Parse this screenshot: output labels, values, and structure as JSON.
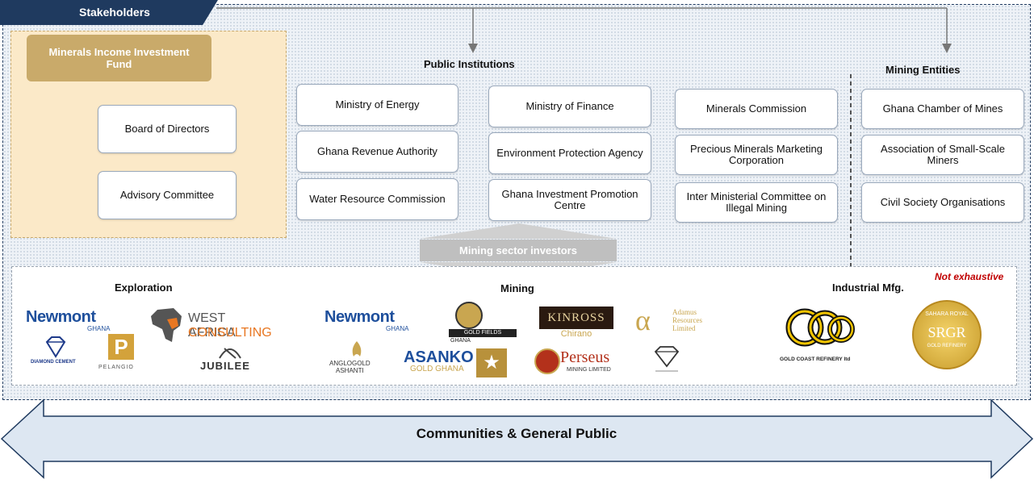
{
  "header": {
    "stakeholders": "Stakeholders"
  },
  "miif": {
    "title": "Minerals Income Investment Fund",
    "board": "Board of Directors",
    "advisory": "Advisory Committee"
  },
  "public_institutions": {
    "label": "Public Institutions",
    "col1": [
      "Ministry of Energy",
      "Ghana Revenue Authority",
      "Water Resource Commission"
    ],
    "col2": [
      "Ministry of Finance",
      "Environment Protection Agency",
      "Ghana Investment Promotion Centre"
    ],
    "col3": [
      "Minerals Commission",
      "Precious Minerals Marketing Corporation",
      "Inter Ministerial Committee on Illegal Mining"
    ]
  },
  "mining_entities": {
    "label": "Mining Entities",
    "items": [
      "Ghana Chamber of Mines",
      "Association of Small-Scale Miners",
      "Civil Society Organisations"
    ]
  },
  "investors": {
    "label": "Mining sector investors",
    "note": "Not exhaustive",
    "exploration": "Exploration",
    "mining": "Mining",
    "industrial": "Industrial Mfg."
  },
  "logos": {
    "newmont": "Newmont",
    "newmont_sub": "GHANA",
    "west_africa_1": "WEST AFRICA",
    "west_africa_2": "CONSULTING",
    "diamond_cement": "DIAMOND CEMENT",
    "pelangio": "PELANGIO",
    "jubilee": "JUBILEE",
    "goldfields_1": "GOLD FIELDS",
    "goldfields_2": "GHANA",
    "kinross": "KINROSS",
    "chirano": "Chirano",
    "adamus_1": "Adamus",
    "adamus_2": "Resources",
    "adamus_3": "Limited",
    "anglogold_1": "ANGLOGOLD",
    "anglogold_2": "ASHANTI",
    "asanko_1": "ASANKO",
    "asanko_2": "GOLD GHANA",
    "perseus_1": "Perseus",
    "perseus_2": "MINING LIMITED",
    "gold_coast": "GOLD COAST REFINERY ltd",
    "sgr_1": "SAHARA ROYAL",
    "sgr_2": "SRGR",
    "sgr_3": "GOLD REFINERY"
  },
  "footer": {
    "public": "Communities & General Public"
  },
  "colors": {
    "navy": "#1f3a5f",
    "gold_panel": "#fbe9c8",
    "gold_title": "#c9aa6a",
    "arrow": "#dde7f2",
    "note": "#c00000"
  }
}
